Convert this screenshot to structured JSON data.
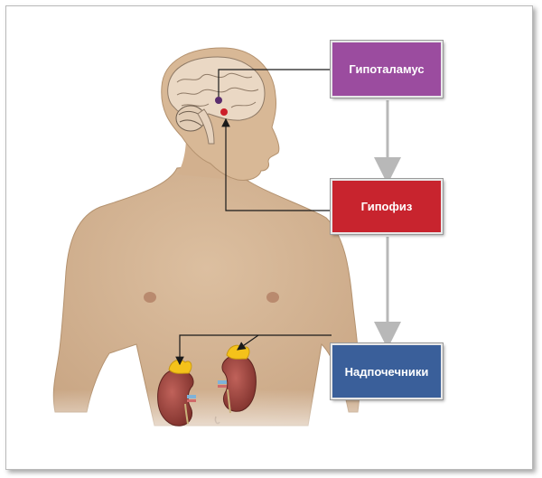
{
  "diagram": {
    "nodes": [
      {
        "id": "hypothalamus",
        "label": "Гипоталамус",
        "color": "#9b4c9f"
      },
      {
        "id": "pituitary",
        "label": "Гипофиз",
        "color": "#c8242e"
      },
      {
        "id": "adrenals",
        "label": "Надпочечники",
        "color": "#3a5f9a"
      }
    ],
    "edges": [
      {
        "from": "hypothalamus",
        "to": "pituitary"
      },
      {
        "from": "pituitary",
        "to": "adrenals"
      }
    ],
    "colors": {
      "skin": "#d8b896",
      "skin_outline": "#b4926f",
      "brain": "#e9d8c4",
      "kidney": "#a0443a",
      "adrenal": "#f4c21a",
      "flow_arrow": "#b8b8b8",
      "pointer_line": "#1a1a1a"
    }
  }
}
